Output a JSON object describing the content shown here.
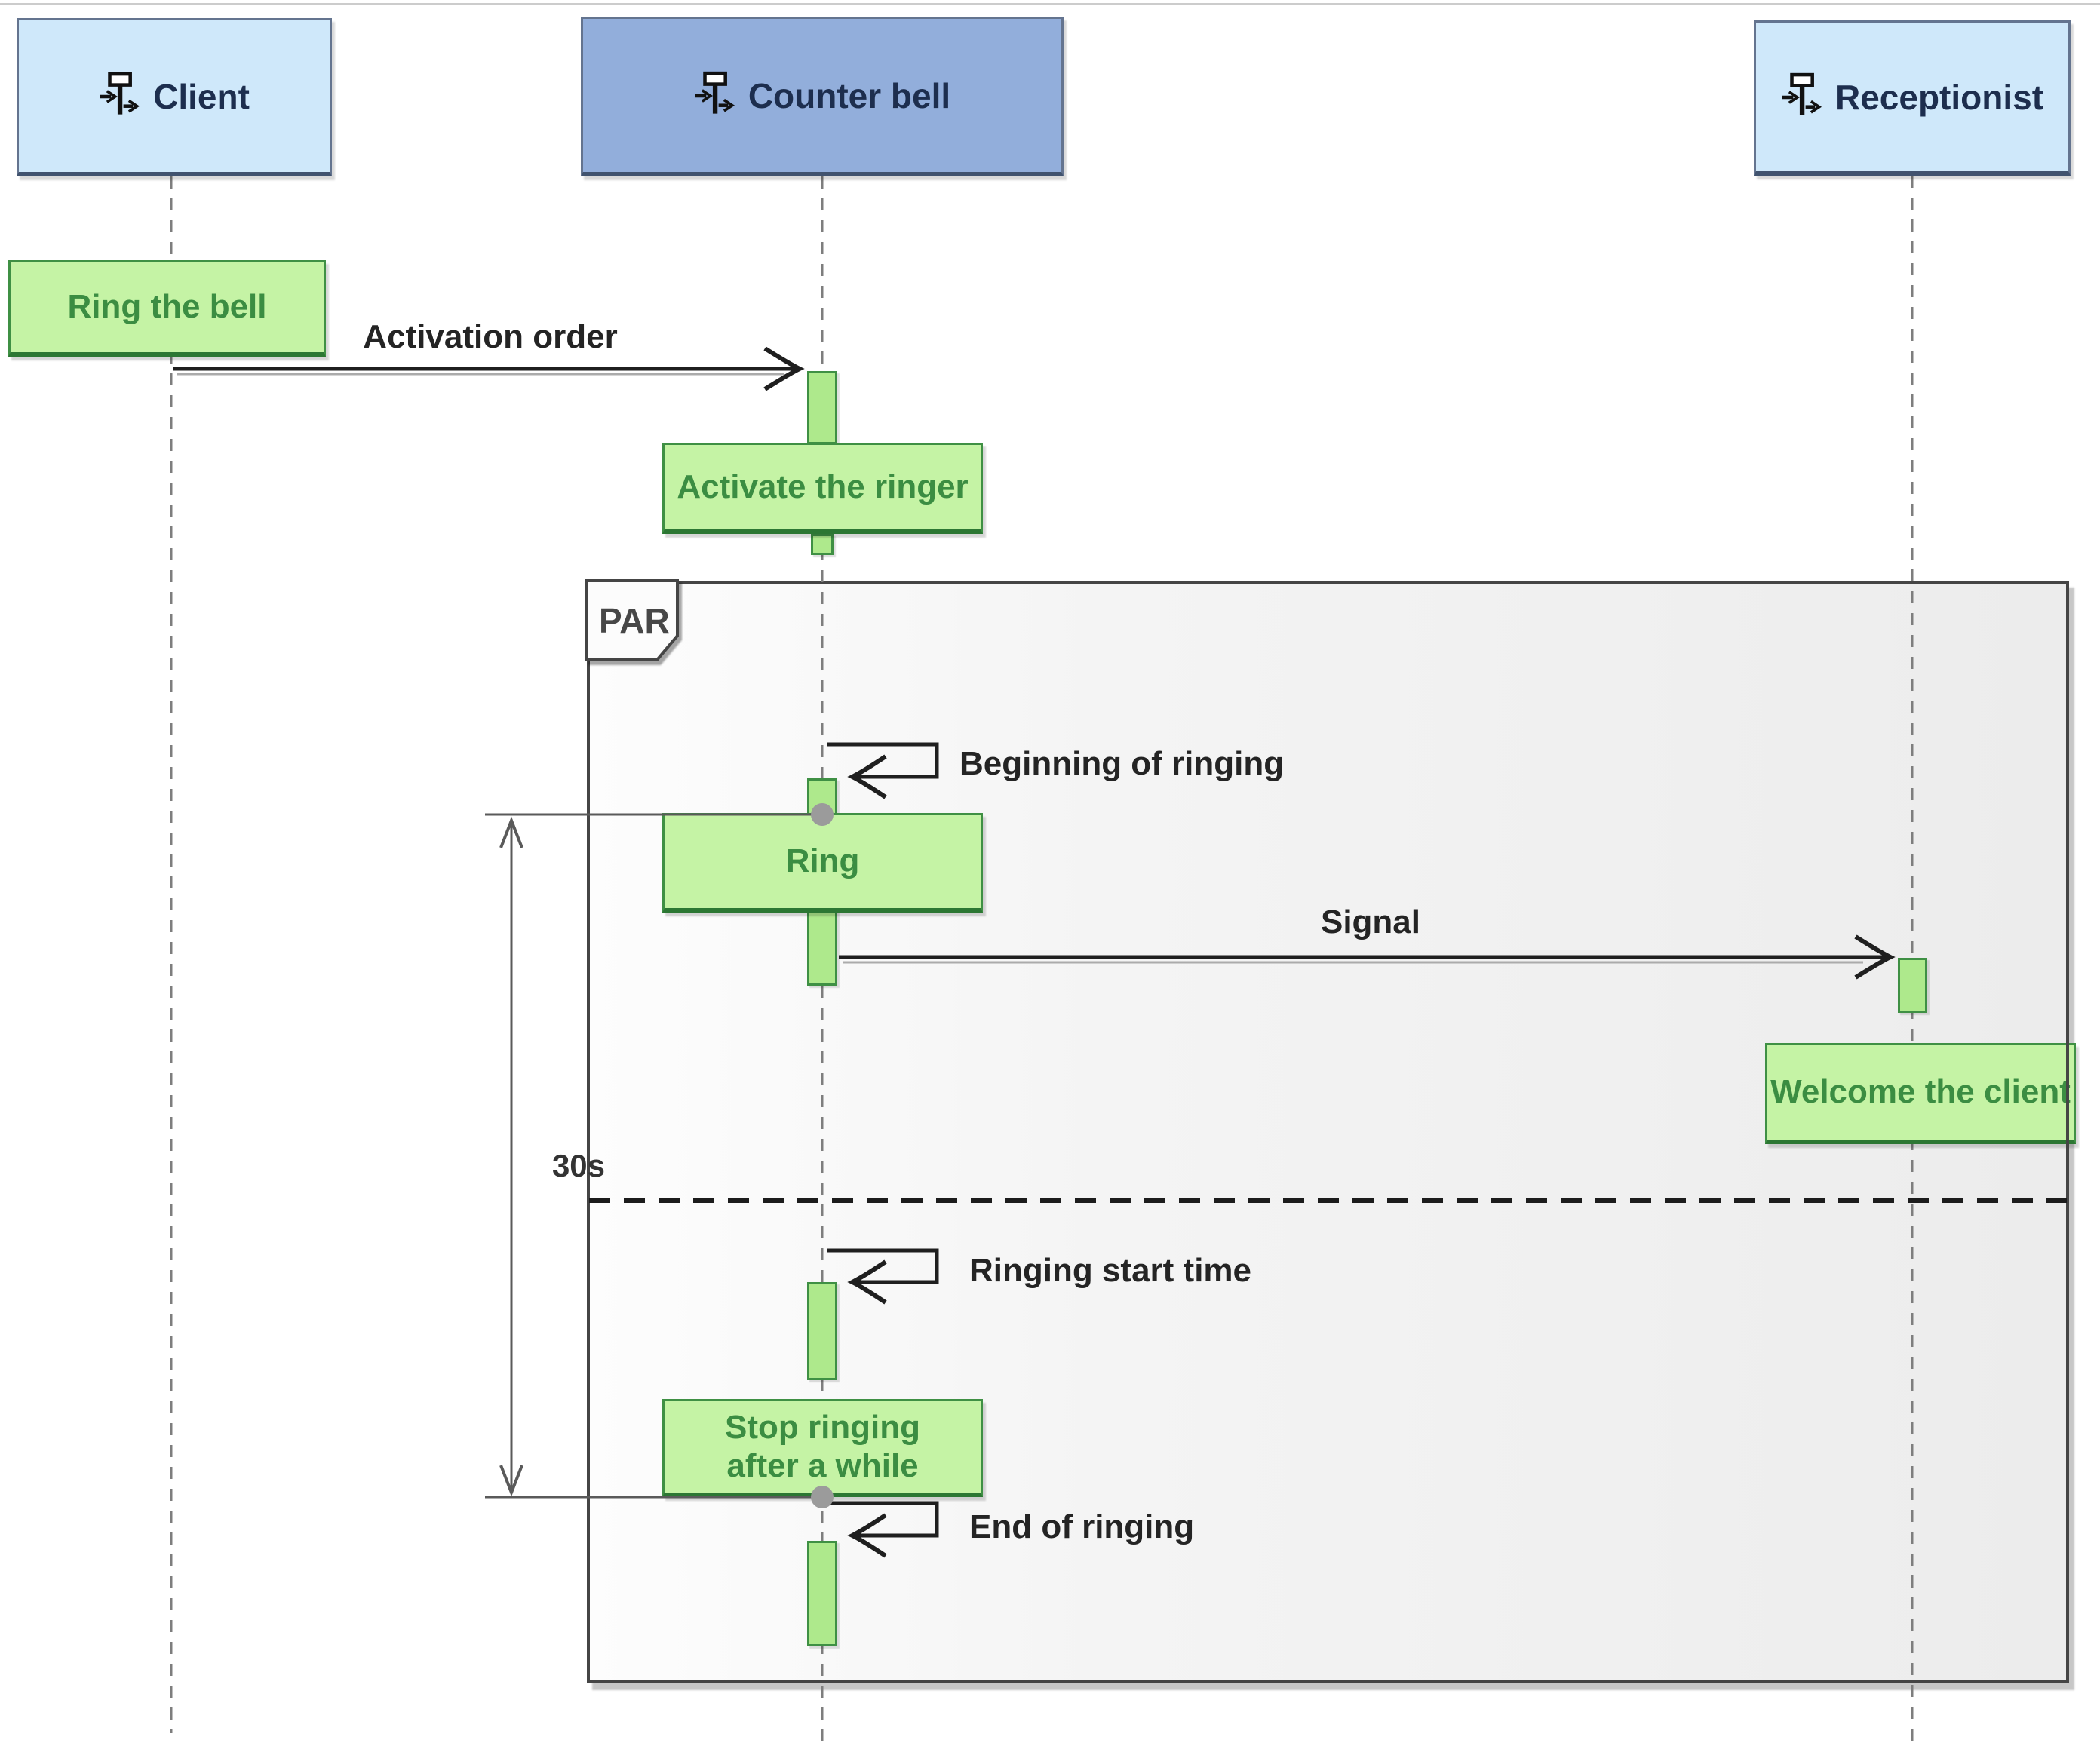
{
  "participants": [
    {
      "label": "Client"
    },
    {
      "label": "Counter bell"
    },
    {
      "label": "Receptionist"
    }
  ],
  "notes": {
    "ring_the_bell": "Ring the bell",
    "activate_the_ringer": "Activate the ringer",
    "ring": "Ring",
    "stop_ringing": "Stop ringing after a while",
    "welcome_the_client": "Welcome the client"
  },
  "messages": {
    "activation_order": "Activation order",
    "signal": "Signal",
    "beginning_of_ringing": "Beginning of ringing",
    "ringing_start_time": "Ringing start time",
    "end_of_ringing": "End of ringing"
  },
  "fragment": {
    "operator": "PAR"
  },
  "duration_constraint": {
    "label": "30s"
  },
  "colors": {
    "note_fill": "#c5f3a5",
    "note_border": "#3f9044",
    "note_text": "#3b8d42",
    "activation_fill": "#aee98c",
    "head_fill": "#cfe8fa",
    "head_selected_fill": "#92aedb",
    "head_text": "#1d2e4e",
    "frame_border": "#454545",
    "arrow": "#1f1f1f",
    "lifeline": "#7e7e7e"
  }
}
